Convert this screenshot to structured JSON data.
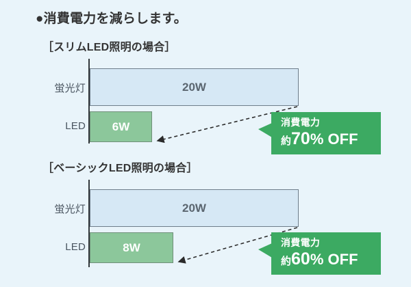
{
  "page": {
    "background_color": "#e9f4fa",
    "title": "●消費電力を減らします。"
  },
  "palette": {
    "background": "#e9f4fa",
    "bar_fluorescent_fill": "#d6e8f5",
    "bar_fluorescent_border": "#6e7d8a",
    "bar_led_fill": "#8cc79b",
    "bar_led_border": "#6f8f79",
    "badge_green": "#3caa62",
    "axis": "#33383c",
    "text_dark": "#333333",
    "text_gray": "#5b6670"
  },
  "sections": [
    {
      "heading": "［スリムLED照明の場合］",
      "rows": [
        {
          "category": "蛍光灯",
          "value_label": "20W",
          "value": 20
        },
        {
          "category": "LED",
          "value_label": "6W",
          "value": 6
        }
      ],
      "badge": {
        "top_text": "消費電力",
        "prefix": "約",
        "number": "70",
        "unit": "%",
        "suffix": "OFF"
      }
    },
    {
      "heading": "［ベーシックLED照明の場合］",
      "rows": [
        {
          "category": "蛍光灯",
          "value_label": "20W",
          "value": 20
        },
        {
          "category": "LED",
          "value_label": "8W",
          "value": 8
        }
      ],
      "badge": {
        "top_text": "消費電力",
        "prefix": "約",
        "number": "60",
        "unit": "%",
        "suffix": "OFF"
      }
    }
  ],
  "chart_data": [
    {
      "type": "bar",
      "orientation": "horizontal",
      "title": "［スリムLED照明の場合］",
      "categories": [
        "蛍光灯",
        "LED"
      ],
      "values": [
        20,
        6
      ],
      "data_labels": [
        "20W",
        "6W"
      ],
      "unit": "W",
      "xlabel": "",
      "ylabel": "",
      "xlim": [
        0,
        20
      ],
      "grid": false,
      "legend": false,
      "annotation": "消費電力 約70% OFF",
      "series_colors": [
        "#d6e8f5",
        "#8cc79b"
      ]
    },
    {
      "type": "bar",
      "orientation": "horizontal",
      "title": "［ベーシックLED照明の場合］",
      "categories": [
        "蛍光灯",
        "LED"
      ],
      "values": [
        20,
        8
      ],
      "data_labels": [
        "20W",
        "8W"
      ],
      "unit": "W",
      "xlabel": "",
      "ylabel": "",
      "xlim": [
        0,
        20
      ],
      "grid": false,
      "legend": false,
      "annotation": "消費電力 約60% OFF",
      "series_colors": [
        "#d6e8f5",
        "#8cc79b"
      ]
    }
  ]
}
